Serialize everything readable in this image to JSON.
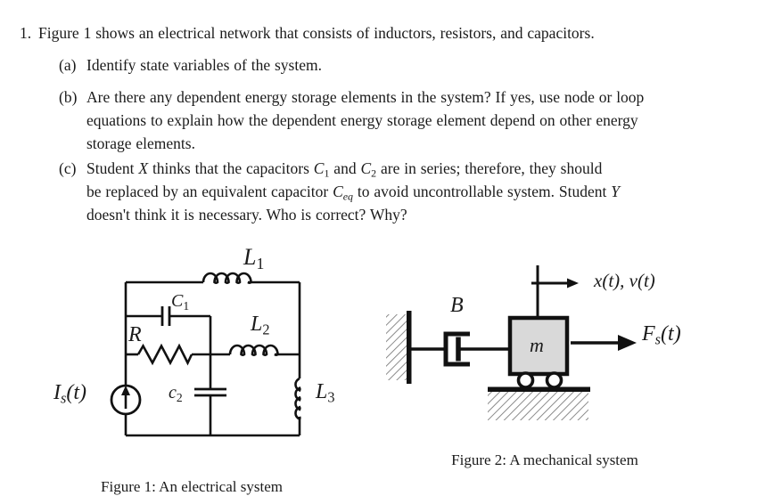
{
  "page": {
    "bg": "#ffffff",
    "ink": "#1b1b1b"
  },
  "problem": {
    "number": "1.",
    "intro": [
      {
        "t": "Figure 1 shows an electrical network that consists of inductors, resistors, and capacitors."
      }
    ],
    "parts": {
      "a": {
        "marker": "(a)",
        "lines": [
          [
            {
              "t": "Identify state variables of the system."
            }
          ]
        ]
      },
      "b": {
        "marker": "(b)",
        "lines": [
          [
            {
              "t": "Are there any dependent energy storage elements in the system? If yes, use node or loop"
            }
          ],
          [
            {
              "t": "equations to explain how the dependent energy storage element depend on other energy"
            }
          ],
          [
            {
              "t": "storage elements."
            }
          ]
        ]
      },
      "c": {
        "marker": "(c)",
        "lines": [
          [
            {
              "t": "Student "
            },
            {
              "t": "X",
              "i": 1
            },
            {
              "t": " thinks that the capacitors "
            },
            {
              "t": "C",
              "i": 1
            },
            {
              "t": "1",
              "sub": 1
            },
            {
              "t": " and "
            },
            {
              "t": "C",
              "i": 1
            },
            {
              "t": "2",
              "sub": 1
            },
            {
              "t": " are in series; therefore, they should"
            }
          ],
          [
            {
              "t": "be replaced by an equivalent capacitor "
            },
            {
              "t": "C",
              "i": 1
            },
            {
              "t": "eq",
              "i": 1,
              "sub": 1
            },
            {
              "t": " to avoid uncontrollable system. Student "
            },
            {
              "t": "Y",
              "i": 1
            }
          ],
          [
            {
              "t": "doesn't think it is necessary. Who is correct? Why?"
            }
          ]
        ]
      }
    }
  },
  "fig1": {
    "caption": "Figure 1: An electrical system",
    "labels": {
      "L1": [
        {
          "t": "L",
          "i": 1
        },
        {
          "t": "1",
          "sub": 1
        }
      ],
      "C1": [
        {
          "t": "C",
          "i": 1
        },
        {
          "t": "1",
          "sub": 1
        }
      ],
      "R": [
        {
          "t": "R",
          "i": 1
        }
      ],
      "L2": [
        {
          "t": "L",
          "i": 1
        },
        {
          "t": "2",
          "sub": 1
        }
      ],
      "L3": [
        {
          "t": "L",
          "i": 1
        },
        {
          "t": "3",
          "sub": 1
        }
      ],
      "C2": [
        {
          "t": "c",
          "i": 1
        },
        {
          "t": "2",
          "sub": 1
        }
      ],
      "Is": [
        {
          "t": "I",
          "i": 1
        },
        {
          "t": "s",
          "i": 1,
          "sub": 1
        },
        {
          "t": "(t)",
          "i": 1
        }
      ]
    }
  },
  "fig2": {
    "caption": "Figure 2: A mechanical system",
    "labels": {
      "B": [
        {
          "t": "B",
          "i": 1
        }
      ],
      "m": [
        {
          "t": "m",
          "i": 1
        }
      ],
      "xv": [
        {
          "t": "x(t), v(t)",
          "i": 1
        }
      ],
      "Fs": [
        {
          "t": "F",
          "i": 1
        },
        {
          "t": "s",
          "i": 1,
          "sub": 1
        },
        {
          "t": "(t)",
          "i": 1
        }
      ]
    }
  }
}
